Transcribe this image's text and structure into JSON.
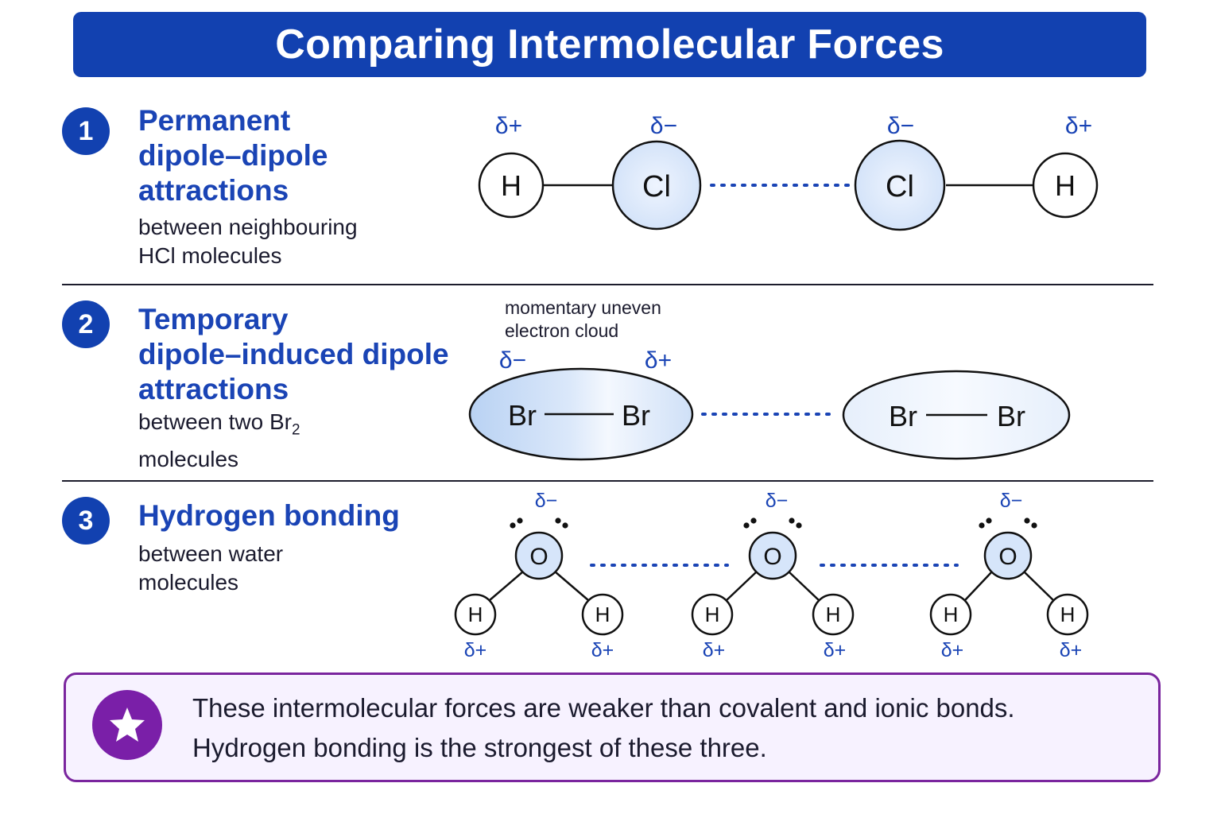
{
  "title": "Comparing Intermolecular Forces",
  "sections": [
    {
      "number": "1",
      "heading_lines": [
        "Permanent",
        "dipole–dipole",
        "attractions"
      ],
      "desc_lines": [
        "between neighbouring",
        "HCl molecules"
      ]
    },
    {
      "number": "2",
      "heading_lines": [
        "Temporary",
        "dipole–induced dipole",
        "attractions"
      ],
      "desc_line1": "between two Br",
      "desc_sub": "2",
      "desc_line2": "molecules"
    },
    {
      "number": "3",
      "heading_lines": [
        "Hydrogen bonding"
      ],
      "desc_lines": [
        "between water",
        "molecules"
      ]
    }
  ],
  "diagram1": {
    "atoms": [
      "H",
      "Cl",
      "Cl",
      "H"
    ],
    "charges": [
      "δ+",
      "δ−",
      "δ−",
      "δ+"
    ]
  },
  "diagram2": {
    "annotation_lines": [
      "momentary uneven",
      "electron cloud"
    ],
    "charges": [
      "δ−",
      "δ+"
    ],
    "atoms": [
      "Br",
      "Br",
      "Br",
      "Br"
    ]
  },
  "diagram3": {
    "oxygen": "O",
    "hydrogen": "H",
    "o_charge": "δ−",
    "h_charge": "δ+"
  },
  "note_lines": [
    "These intermolecular forces are weaker than covalent and ionic bonds.",
    "Hydrogen bonding is the strongest of these three."
  ],
  "colors": {
    "brand_blue": "#1241b0",
    "heading_blue": "#1a44b5",
    "atom_fill": "#dde9fb",
    "note_purple": "#7a1fa8"
  },
  "icons": [
    "star-icon"
  ]
}
